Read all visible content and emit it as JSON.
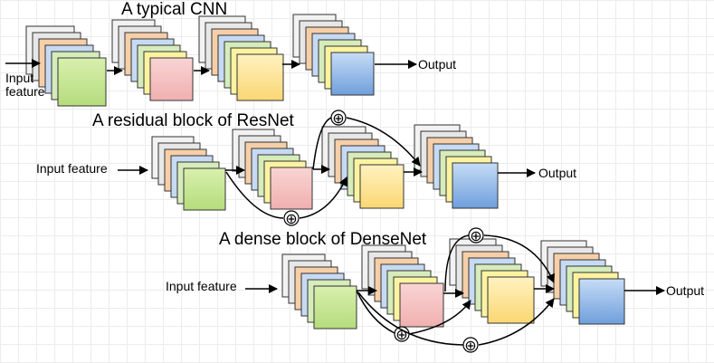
{
  "diagram": {
    "cnn": {
      "title": "A typical CNN",
      "input_label_line1": "Input",
      "input_label_line2": "feature",
      "output_label": "Output"
    },
    "resnet": {
      "title": "A residual block of ResNet",
      "input_label": "Input feature",
      "output_label": "Output",
      "add_symbol": "⊕"
    },
    "densenet": {
      "title": "A dense block of DenseNet",
      "input_label": "Input feature",
      "output_label": "Output",
      "concat_symbol": "⊕"
    }
  },
  "colors": {
    "green": "#c9e89a",
    "pink": "#f4c4c4",
    "yellow": "#fde9a3",
    "blue": "#9fc1ec",
    "stroke": "#333333"
  }
}
